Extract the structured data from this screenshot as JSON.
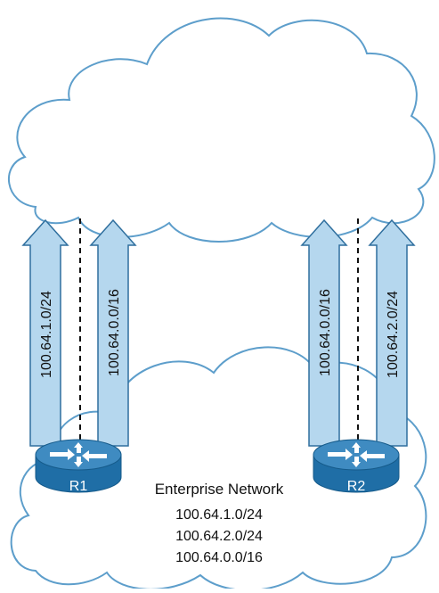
{
  "colors": {
    "cloud_stroke": "#5d9ecb",
    "cloud_fill": "#ffffff",
    "arrow_fill": "#b5d7ee",
    "arrow_stroke": "#2f6f9e",
    "router_top": "#3f8bc1",
    "router_body": "#1f6ea6",
    "router_side": "#155a8a",
    "dashed_line": "#111111"
  },
  "routes": {
    "left_outer": "100.64.1.0/24",
    "left_inner": "100.64.0.0/16",
    "right_inner": "100.64.0.0/16",
    "right_outer": "100.64.2.0/24"
  },
  "routers": {
    "r1_label": "R1",
    "r2_label": "R2"
  },
  "enterprise": {
    "title": "Enterprise Network",
    "prefixes": [
      "100.64.1.0/24",
      "100.64.2.0/24",
      "100.64.0.0/16"
    ]
  },
  "icons": {
    "router": "router-icon",
    "upstream_cloud": "cloud-icon",
    "enterprise_cloud": "cloud-icon"
  }
}
